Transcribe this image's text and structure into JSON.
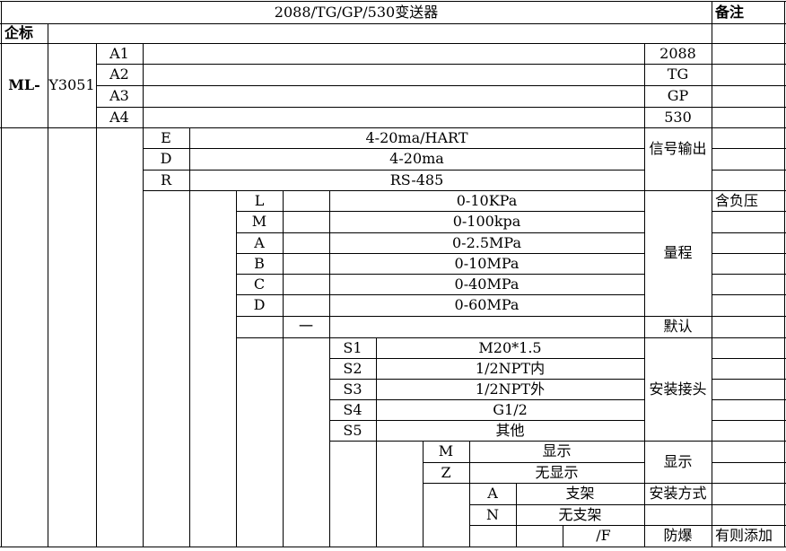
{
  "header": {
    "title": "2088/TG/GP/530变送器",
    "remarks": "备注"
  },
  "company_label": "企标",
  "model_prefix": "ML-",
  "model_base": "Y3051",
  "models": [
    {
      "code": "A1",
      "value": "2088"
    },
    {
      "code": "A2",
      "value": "TG"
    },
    {
      "code": "A3",
      "value": "GP"
    },
    {
      "code": "A4",
      "value": "530"
    }
  ],
  "output": {
    "category": "信号输出",
    "items": [
      {
        "code": "E",
        "desc": "4-20ma/HART"
      },
      {
        "code": "D",
        "desc": "4-20ma"
      },
      {
        "code": "R",
        "desc": "RS-485"
      }
    ]
  },
  "range": {
    "category": "量程",
    "remark": "含负压",
    "items": [
      {
        "code": "L",
        "desc": "0-10KPa"
      },
      {
        "code": "M",
        "desc": "0-100kpa"
      },
      {
        "code": "A",
        "desc": "0-2.5MPa"
      },
      {
        "code": "B",
        "desc": "0-10MPa"
      },
      {
        "code": "C",
        "desc": "0-40MPa"
      },
      {
        "code": "D",
        "desc": "0-60MPa"
      }
    ]
  },
  "default": {
    "code": "一",
    "category": "默认"
  },
  "connector": {
    "category": "安装接头",
    "items": [
      {
        "code": "S1",
        "desc": "M20*1.5"
      },
      {
        "code": "S2",
        "desc": "1/2NPT内"
      },
      {
        "code": "S3",
        "desc": "1/2NPT外"
      },
      {
        "code": "S4",
        "desc": "G1/2"
      },
      {
        "code": "S5",
        "desc": "其他"
      }
    ]
  },
  "display": {
    "category": "显示",
    "items": [
      {
        "code": "M",
        "desc": "显示"
      },
      {
        "code": "Z",
        "desc": "无显示"
      }
    ]
  },
  "mount": {
    "category": "安装方式",
    "items": [
      {
        "code": "A",
        "desc": "支架"
      },
      {
        "code": "N",
        "desc": "无支架"
      }
    ]
  },
  "explosion": {
    "code": "/F",
    "category": "防爆",
    "remark": "有则添加"
  }
}
